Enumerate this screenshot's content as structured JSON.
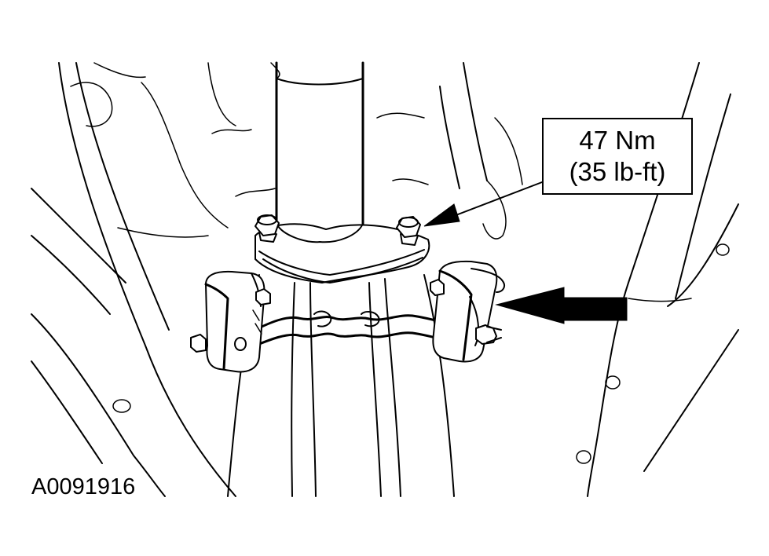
{
  "callout": {
    "torque_nm": "47 Nm",
    "torque_lbft": "(35 lb-ft)"
  },
  "figure_id": "A0091916",
  "icons": {
    "callout_arrow": "leader-arrow-icon",
    "location_arrow": "large-pointer-arrow-icon"
  },
  "colors": {
    "line": "#000000",
    "background": "#ffffff"
  }
}
